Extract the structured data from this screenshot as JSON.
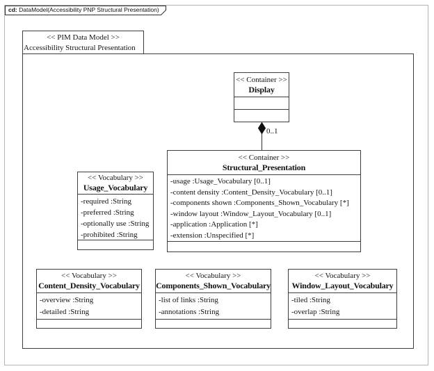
{
  "tab": {
    "prefix": "cd:",
    "title": "DataModel(Accessibility PNP Structural Presentation)"
  },
  "package": {
    "stereotype": "<< PIM Data Model >>",
    "name": "Accessibility Structural Presentation"
  },
  "connector": {
    "kind": "composition",
    "multiplicity": "0..1"
  },
  "classes": [
    {
      "id": "display",
      "stereotype": "<< Container >>",
      "name": "Display",
      "attributes": []
    },
    {
      "id": "structural-presentation",
      "stereotype": "<< Container >>",
      "name": "Structural_Presentation",
      "attributes": [
        "-usage :Usage_Vocabulary [0..1]",
        "-content density :Content_Density_Vocabulary [0..1]",
        "-components shown :Components_Shown_Vocabulary [*]",
        "-window layout :Window_Layout_Vocabulary [0..1]",
        "-application :Application [*]",
        "-extension :Unspecified [*]"
      ]
    },
    {
      "id": "usage-vocabulary",
      "stereotype": "<< Vocabulary >>",
      "name": "Usage_Vocabulary",
      "attributes": [
        "-required :String",
        "-preferred :String",
        "-optionally use :String",
        "-prohibited :String"
      ]
    },
    {
      "id": "content-density-vocabulary",
      "stereotype": "<< Vocabulary >>",
      "name": "Content_Density_Vocabulary",
      "attributes": [
        "-overview :String",
        "-detailed :String"
      ]
    },
    {
      "id": "components-shown-vocabulary",
      "stereotype": "<< Vocabulary >>",
      "name": "Components_Shown_Vocabulary",
      "attributes": [
        "-list of links :String",
        "-annotations :String"
      ]
    },
    {
      "id": "window-layout-vocabulary",
      "stereotype": "<< Vocabulary >>",
      "name": "Window_Layout_Vocabulary",
      "attributes": [
        "-tiled :String",
        "-overlap :String"
      ]
    }
  ],
  "colors": {
    "box_border": "#3d3d3d",
    "outer_frame": "#b5b5b5",
    "text": "#141414",
    "background": "#ffffff",
    "diamond_fill": "#111111"
  }
}
